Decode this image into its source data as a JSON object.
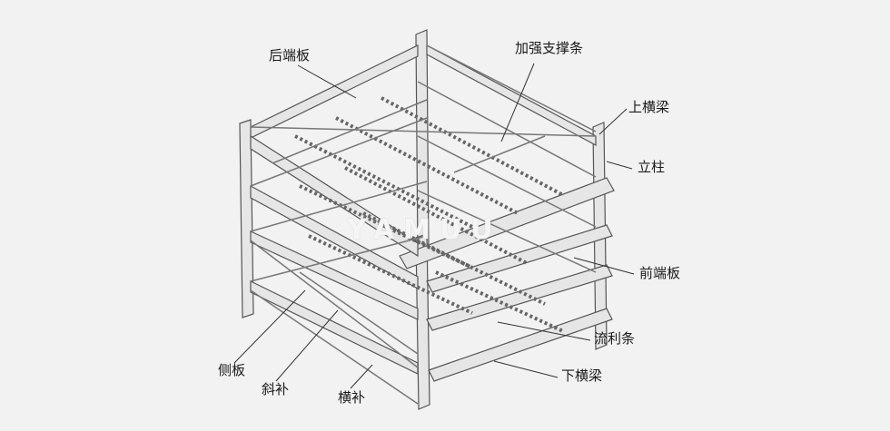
{
  "labels": {
    "rear_end_plate": "后端板",
    "reinforce_brace": "加强支撑条",
    "upper_beam": "上横梁",
    "upright": "立柱",
    "front_end_plate": "前端板",
    "flow_strip": "流利条",
    "lower_beam": "下横梁",
    "side_plate": "侧板",
    "diagonal_brace": "斜补",
    "horizontal_brace": "横补"
  },
  "watermark": "YAMUU",
  "colors": {
    "background": "#f2f2f2",
    "frame_fill": "#e6e6e6",
    "frame_stroke": "#555555",
    "leader": "#333333"
  }
}
